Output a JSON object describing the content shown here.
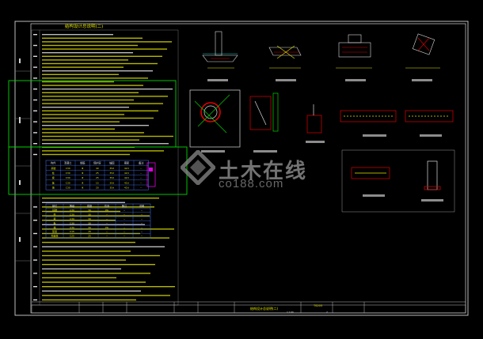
{
  "sheet": {
    "title": "结构设计总说明(二)",
    "title_block": {
      "drawing_name": "结构设计总说明(二)",
      "drawing_no": "TS203",
      "scale": "1:100",
      "page": "2"
    }
  },
  "table1": {
    "headers": [
      "构件",
      "混凝土",
      "钢筋",
      "保护层",
      "锚固",
      "搭接",
      "备注"
    ],
    "rows": [
      [
        "基础",
        "C30",
        "Ⅲ",
        "40",
        "35d",
        "42d",
        "--"
      ],
      [
        "柱",
        "C30",
        "Ⅲ",
        "25",
        "35d",
        "42d",
        "--"
      ],
      [
        "梁",
        "C30",
        "Ⅲ",
        "25",
        "35d",
        "42d",
        "--"
      ],
      [
        "板",
        "C30",
        "Ⅲ",
        "15",
        "35d",
        "42d",
        "--"
      ],
      [
        "墙",
        "C30",
        "Ⅲ",
        "20",
        "35d",
        "42d",
        "--"
      ]
    ]
  },
  "table2": {
    "headers": [
      "部位",
      "等级",
      "强度",
      "抗渗",
      "备注",
      "说明"
    ],
    "rows": [
      [
        "基础",
        "C30",
        "30",
        "P6",
        "--",
        "--"
      ],
      [
        "柱",
        "C30",
        "30",
        "--",
        "--",
        "--"
      ],
      [
        "梁",
        "C30",
        "30",
        "--",
        "--",
        "--"
      ],
      [
        "板",
        "C30",
        "30",
        "--",
        "--",
        "--"
      ],
      [
        "墙",
        "C30",
        "30",
        "P6",
        "--",
        "--"
      ],
      [
        "垫层",
        "C15",
        "15",
        "--",
        "--",
        "--"
      ],
      [
        "构造柱",
        "C25",
        "25",
        "--",
        "--",
        "--"
      ]
    ]
  },
  "watermark": {
    "main": "土木在线",
    "sub": "co188.com"
  },
  "colors": {
    "background": "#000000",
    "frame": "#c8c8c8",
    "text_yellow": "#e6e600",
    "text_white": "#dcdcdc",
    "green": "#00d400",
    "cyan": "#00c8c8",
    "red": "#e00000",
    "magenta": "#e000e0",
    "blue": "#3c6cff"
  }
}
